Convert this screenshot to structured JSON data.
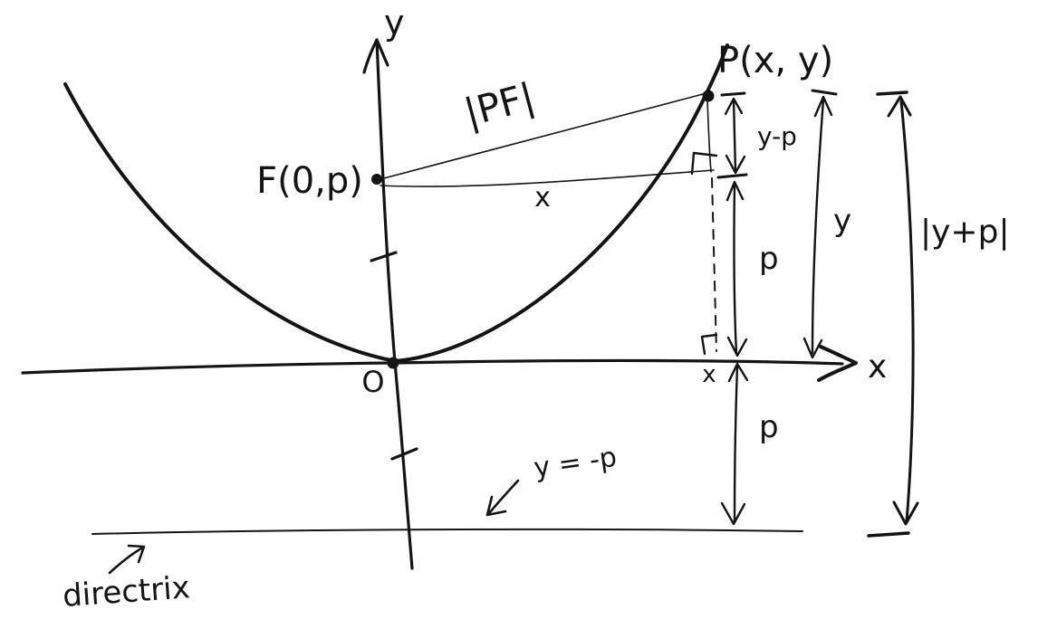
{
  "figure": {
    "description": "Hand-drawn sketch of an upward parabola with focus, point P, and directrix, illustrating the focus-directrix distance relation",
    "colors": {
      "ink": "#141414",
      "background": "#ffffff"
    },
    "labels": {
      "y_axis": "y",
      "x_axis": "x",
      "origin": "O",
      "focus": "F(0,p)",
      "point": "P(x, y)",
      "segment_pf": "|PF|",
      "horizontal_run": "x",
      "rise_y_minus_p": "y-p",
      "p_above_axis": "p",
      "height_y": "y",
      "total_y_plus_p": "|y+p|",
      "foot_x": "x",
      "p_below_axis": "p",
      "directrix_equation": "y = -p",
      "directrix_name": "directrix"
    }
  }
}
